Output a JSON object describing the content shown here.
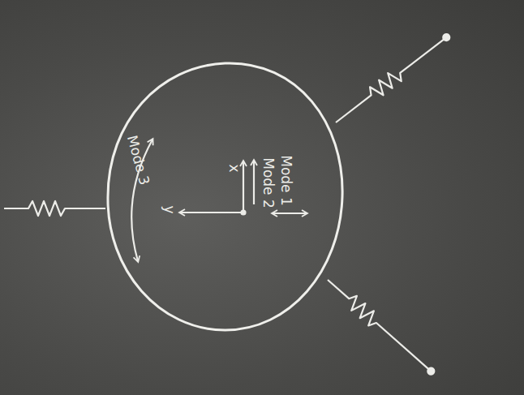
{
  "diagram": {
    "nodes": [
      {
        "text": [
          "x",
          "y",
          "Mode 2",
          "Mode 1",
          "Mode 3"
        ]
      }
    ]
  }
}
